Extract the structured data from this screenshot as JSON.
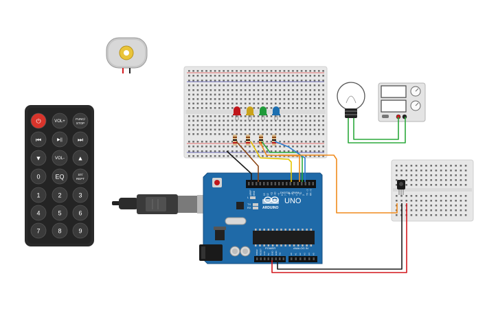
{
  "remote": {
    "buttons": [
      {
        "id": "power",
        "label": "⏻",
        "color": "#d9342b",
        "icon": "power-icon"
      },
      {
        "id": "vol-up",
        "label": "VOL+"
      },
      {
        "id": "func-stop",
        "label": "FUNC/ STOP"
      },
      {
        "id": "prev",
        "label": "⏮",
        "icon": "skip-back-icon"
      },
      {
        "id": "play-pause",
        "label": "▶||",
        "icon": "play-pause-icon"
      },
      {
        "id": "next",
        "label": "⏭",
        "icon": "skip-forward-icon"
      },
      {
        "id": "down",
        "label": "▼",
        "icon": "triangle-down-icon"
      },
      {
        "id": "vol-down",
        "label": "VOL-"
      },
      {
        "id": "up",
        "label": "▲",
        "icon": "triangle-up-icon"
      },
      {
        "id": "0",
        "label": "0"
      },
      {
        "id": "eq",
        "label": "EQ"
      },
      {
        "id": "st-rept",
        "label": "ST/ REPT"
      },
      {
        "id": "1",
        "label": "1"
      },
      {
        "id": "2",
        "label": "2"
      },
      {
        "id": "3",
        "label": "3"
      },
      {
        "id": "4",
        "label": "4"
      },
      {
        "id": "5",
        "label": "5"
      },
      {
        "id": "6",
        "label": "6"
      },
      {
        "id": "7",
        "label": "7"
      },
      {
        "id": "8",
        "label": "8"
      },
      {
        "id": "9",
        "label": "9"
      }
    ]
  },
  "arduino": {
    "brand": "ARDUINO",
    "model": "UNO",
    "digital_label": "DIGITAL (PWM~)",
    "power_label": "POWER",
    "analog_label": "ANALOG IN",
    "tx_label": "TX",
    "rx_label": "RX",
    "l_label": "L",
    "aref_label": "AREF",
    "gnd_label": "GND",
    "pin_labels_top": [
      "13",
      "12",
      "~11",
      "~10",
      "~9",
      "8",
      "7",
      "~6",
      "~5",
      "4",
      "~3",
      "2",
      "TX→1",
      "RX←0"
    ],
    "pin_labels_bottom": [
      "IOREF",
      "RESET",
      "3.3V",
      "5V",
      "GND",
      "GND",
      "Vin",
      "A0",
      "A1",
      "A2",
      "A3",
      "A4",
      "A5"
    ],
    "board_color": "#1f6aa8"
  },
  "leds": [
    {
      "name": "red",
      "color": "#c0161b"
    },
    {
      "name": "yellow",
      "color": "#c9a21a"
    },
    {
      "name": "green",
      "color": "#1f9a3a"
    },
    {
      "name": "blue",
      "color": "#1d6fb0"
    }
  ],
  "wires": {
    "black": "#1a1a1a",
    "brown": "#8b4513",
    "yellow": "#e5c400",
    "orange": "#f08a1c",
    "green": "#2aa83a",
    "blue": "#2a7ccf",
    "red": "#d4171c",
    "gray": "#555555"
  }
}
